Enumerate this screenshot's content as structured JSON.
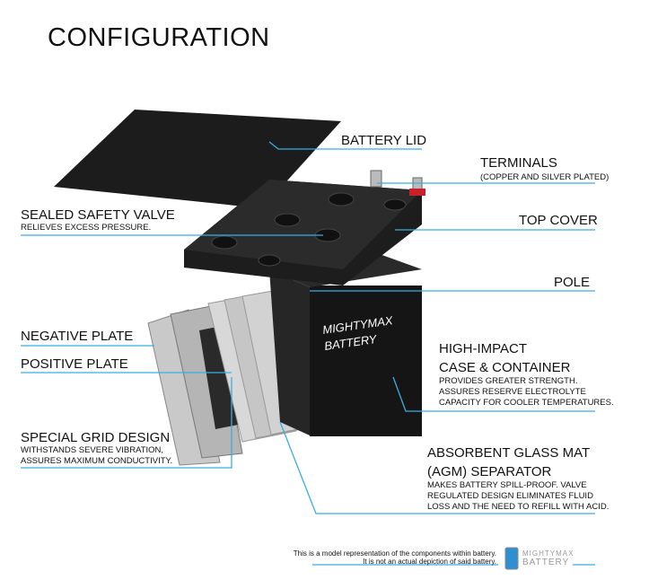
{
  "title": "CONFIGURATION",
  "labels": {
    "battery_lid": "BATTERY LID",
    "terminals": "TERMINALS",
    "terminals_sub": "(COPPER AND SILVER PLATED)",
    "safety_valve": "SEALED SAFETY VALVE",
    "safety_valve_sub": "RELIEVES EXCESS PRESSURE.",
    "top_cover": "TOP COVER",
    "pole": "POLE",
    "negative_plate": "NEGATIVE PLATE",
    "positive_plate": "POSITIVE PLATE",
    "case_1": "HIGH-IMPACT",
    "case_2": "CASE & CONTAINER",
    "case_sub": [
      "PROVIDES GREATER STRENGTH.",
      "ASSURES RESERVE ELECTROLYTE",
      "CAPACITY FOR COOLER TEMPERATURES."
    ],
    "grid": "SPECIAL GRID DESIGN",
    "grid_sub": [
      "WITHSTANDS SEVERE VIBRATION,",
      "ASSURES MAXIMUM CONDUCTIVITY."
    ],
    "agm_1": "ABSORBENT GLASS MAT",
    "agm_2": "(AGM) SEPARATOR",
    "agm_sub": [
      "MAKES BATTERY SPILL-PROOF. VALVE",
      "REGULATED DESIGN ELIMINATES FLUID",
      "LOSS AND THE NEED TO REFILL WITH ACID."
    ]
  },
  "footnote": [
    "This is a model representation of the components within battery.",
    "It is not an actual depiction of said battery."
  ],
  "logo": [
    "MIGHTYMAX",
    "BATTERY"
  ],
  "battery_brand": [
    "MIGHTYMAX",
    "BATTERY"
  ],
  "colors": {
    "line": "#3aaee0",
    "battery": "#1b1b1b",
    "plate": "#b8b8b8"
  }
}
